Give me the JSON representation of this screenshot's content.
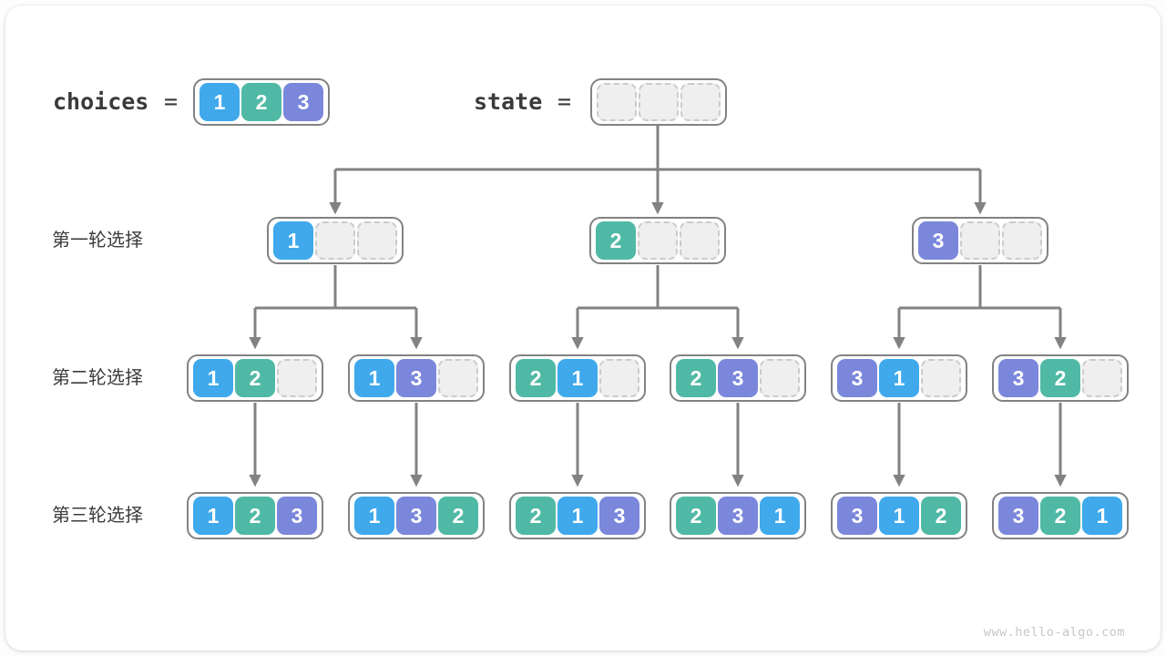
{
  "header": {
    "choices_label": "choices",
    "choices_equals": "=",
    "choices": [
      "1",
      "2",
      "3"
    ],
    "state_label": "state",
    "state_equals": "=",
    "state": [
      "",
      "",
      ""
    ]
  },
  "rows": [
    {
      "label": "第一轮选择",
      "nodes": [
        [
          "1",
          "",
          ""
        ],
        [
          "2",
          "",
          ""
        ],
        [
          "3",
          "",
          ""
        ]
      ]
    },
    {
      "label": "第二轮选择",
      "nodes": [
        [
          "1",
          "2",
          ""
        ],
        [
          "1",
          "3",
          ""
        ],
        [
          "2",
          "1",
          ""
        ],
        [
          "2",
          "3",
          ""
        ],
        [
          "3",
          "1",
          ""
        ],
        [
          "3",
          "2",
          ""
        ]
      ]
    },
    {
      "label": "第三轮选择",
      "nodes": [
        [
          "1",
          "2",
          "3"
        ],
        [
          "1",
          "3",
          "2"
        ],
        [
          "2",
          "1",
          "3"
        ],
        [
          "2",
          "3",
          "1"
        ],
        [
          "3",
          "1",
          "2"
        ],
        [
          "3",
          "2",
          "1"
        ]
      ]
    }
  ],
  "colors": {
    "1": "#3FA9EC",
    "2": "#50B9A5",
    "3": "#7A87DB",
    "node_border": "#828282",
    "connector": "#828282",
    "empty_fill": "#EFEFEF",
    "empty_border": "#CBCBCB"
  },
  "watermark": "www.hello-algo.com"
}
